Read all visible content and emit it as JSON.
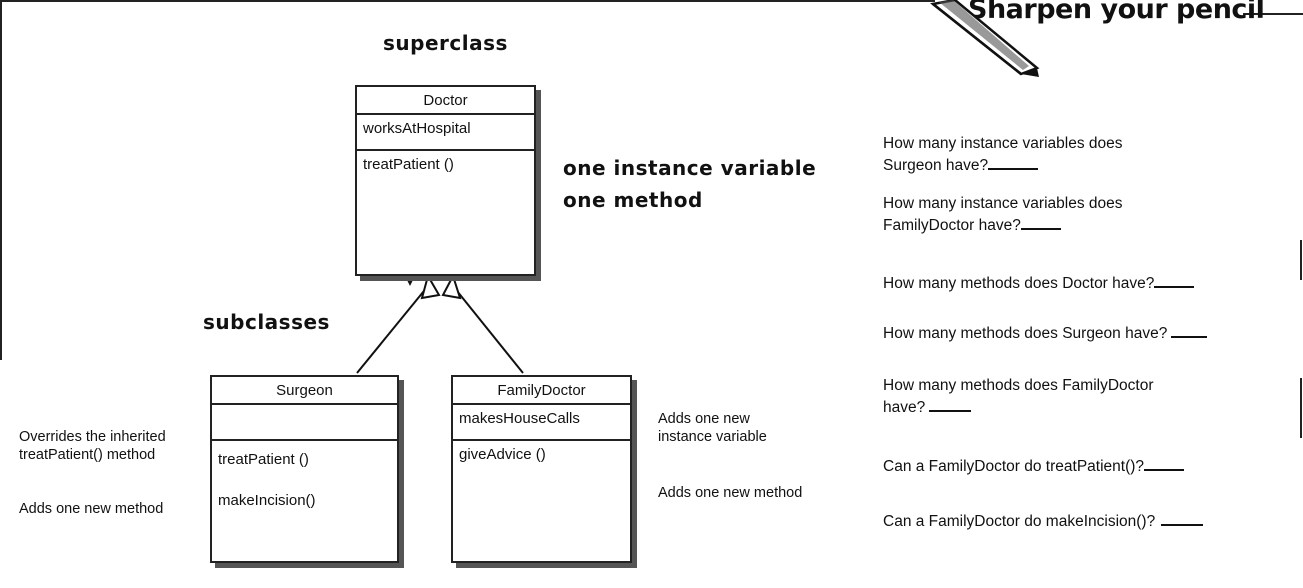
{
  "header": {
    "sharpen_title": "Sharpen your pencil"
  },
  "labels": {
    "superclass": "superclass",
    "subclasses": "subclasses",
    "one_instance_variable": "one instance variable",
    "one_method": "one method"
  },
  "classes": {
    "doctor": {
      "name": "Doctor",
      "variable": "worksAtHospital",
      "method": "treatPatient ()"
    },
    "surgeon": {
      "name": "Surgeon",
      "methods": [
        "treatPatient ()",
        "makeIncision()"
      ]
    },
    "family_doctor": {
      "name": "FamilyDoctor",
      "variable": "makesHouseCalls",
      "method": "giveAdvice ()"
    }
  },
  "notes": {
    "overrides_line1": "Overrides the inherited",
    "overrides_line2": "treatPatient() method",
    "adds_method_left": "Adds one new method",
    "adds_variable_line1": "Adds one new",
    "adds_variable_line2": "instance variable",
    "adds_method_right": "Adds one new method"
  },
  "questions": [
    {
      "line1": "How many instance variables does",
      "line2": "Surgeon have?"
    },
    {
      "line1": "How many instance variables does",
      "line2": "FamilyDoctor have?"
    },
    {
      "line1": "How many methods does Doctor have?"
    },
    {
      "line1": "How many methods does Surgeon have?"
    },
    {
      "line1": "How many methods does FamilyDoctor",
      "line2": "have?"
    },
    {
      "line1": "Can a FamilyDoctor do treatPatient()?"
    },
    {
      "line1": "Can a FamilyDoctor do makeIncision()?"
    }
  ]
}
